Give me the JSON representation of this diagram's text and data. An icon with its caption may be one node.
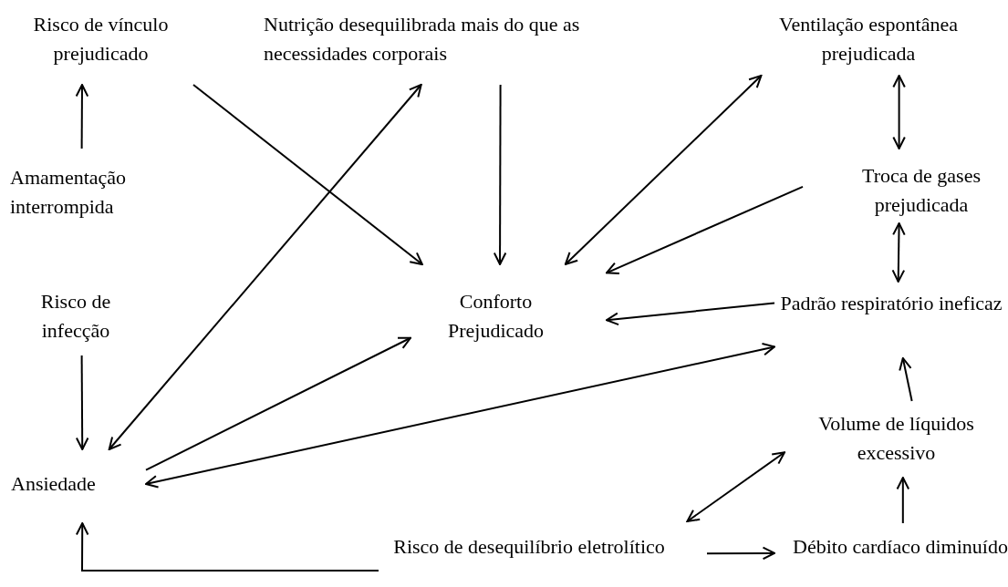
{
  "diagram": {
    "nodes": [
      {
        "text": [
          "Risco de vínculo prejudicado"
        ]
      },
      {
        "text": [
          "Nutrição desequilibrada mais do que as necessidades corporais"
        ]
      },
      {
        "text": [
          "Ventilação espontânea prejudicada"
        ]
      },
      {
        "text": [
          "Amamentação interrompida"
        ]
      },
      {
        "text": [
          "Troca de gases prejudicada"
        ]
      },
      {
        "text": [
          "Risco de infecção"
        ]
      },
      {
        "text": [
          "Conforto Prejudicado"
        ]
      },
      {
        "text": [
          "Padrão respiratório ineficaz"
        ]
      },
      {
        "text": [
          "Volume de líquidos excessivo"
        ]
      },
      {
        "text": [
          "Ansiedade"
        ]
      },
      {
        "text": [
          "Risco de desequilíbrio eletrolítico"
        ]
      },
      {
        "text": [
          "Débito cardíaco diminuído"
        ]
      }
    ],
    "edges": [
      {
        "from": 3,
        "to": 0,
        "arrow": "to"
      },
      {
        "from": 0,
        "to": 6,
        "arrow": "to"
      },
      {
        "from": 1,
        "to": 6,
        "arrow": "to"
      },
      {
        "from": 9,
        "to": 1,
        "arrow": "both"
      },
      {
        "from": 2,
        "to": 6,
        "arrow": "both"
      },
      {
        "from": 4,
        "to": 6,
        "arrow": "to"
      },
      {
        "from": 2,
        "to": 4,
        "arrow": "both"
      },
      {
        "from": 4,
        "to": 7,
        "arrow": "both"
      },
      {
        "from": 7,
        "to": 6,
        "arrow": "to"
      },
      {
        "from": 5,
        "to": 9,
        "arrow": "to"
      },
      {
        "from": 9,
        "to": 6,
        "arrow": "to"
      },
      {
        "from": 9,
        "to": 7,
        "arrow": "both"
      },
      {
        "from": 8,
        "to": 7,
        "arrow": "to"
      },
      {
        "from": 10,
        "to": 8,
        "arrow": "both"
      },
      {
        "from": 10,
        "to": 9,
        "arrow": "to"
      },
      {
        "from": 10,
        "to": 11,
        "arrow": "to"
      },
      {
        "from": 11,
        "to": 8,
        "arrow": "to"
      }
    ]
  }
}
